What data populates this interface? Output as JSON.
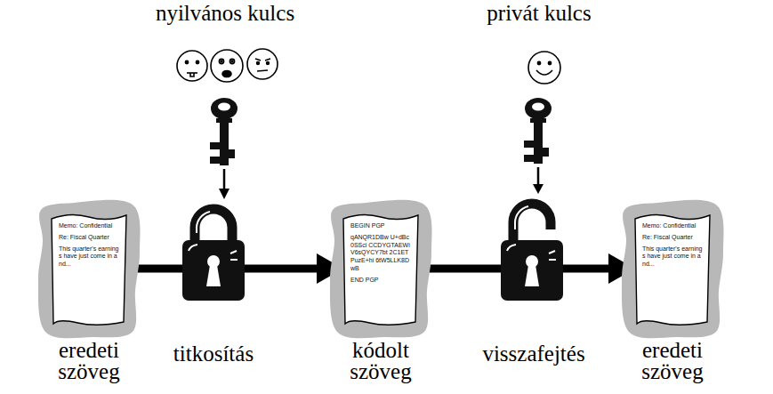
{
  "diagram": {
    "nodes": [
      {
        "text": [
          "eredeti szöveg",
          "Memo: Confidential",
          "Re: Fiscal Quarter",
          "This quarter's earnings have just come in and..."
        ]
      },
      {
        "text": [
          "kódolt szöveg",
          "BEGIN PGP",
          "qANQR1DBw U+dBc0SSci CCDYGTAEWi V6sQYCY7bt 2C1ETPuzE+hi 6tW5LLK8DwB",
          "END PGP"
        ]
      },
      {
        "text": [
          "eredeti szöveg",
          "Memo: Confidential",
          "Re: Fiscal Quarter",
          "This quarter's earnings have just come in and..."
        ]
      }
    ],
    "edges": [
      {
        "from": 0,
        "to": 1,
        "label": "titkosítás",
        "arrow": "to"
      },
      {
        "from": 1,
        "to": 2,
        "label": "visszafejtés",
        "arrow": "to"
      }
    ],
    "labels": [
      "nyilvános kulcs",
      "privát kulcs"
    ]
  }
}
